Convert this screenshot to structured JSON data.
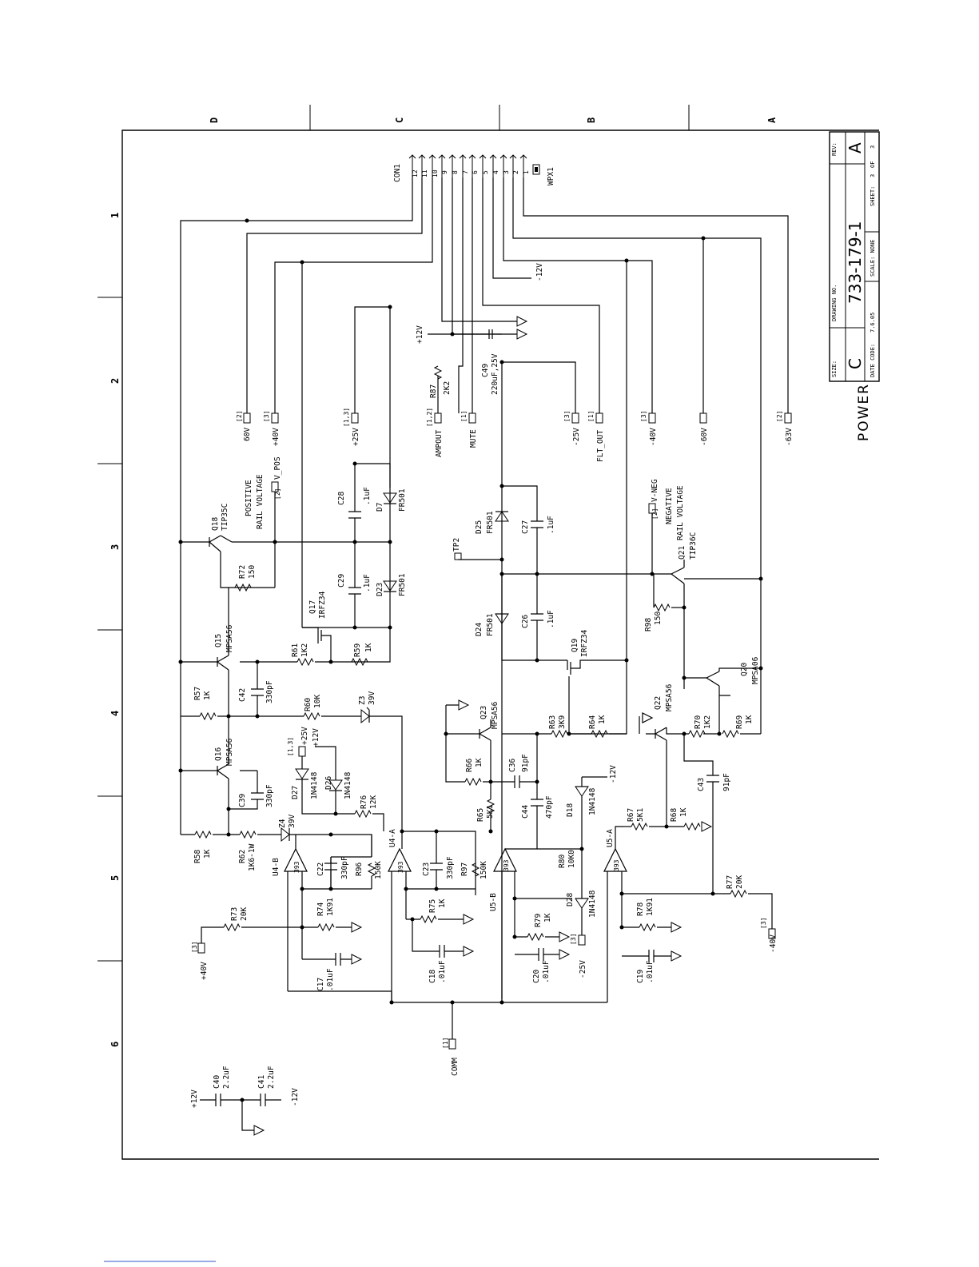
{
  "grid": {
    "cols": [
      "D",
      "C",
      "B",
      "A"
    ],
    "rows": [
      "1",
      "2",
      "3",
      "4",
      "5",
      "6"
    ]
  },
  "title_block": {
    "size_label": "SIZE:",
    "size": "C",
    "drawing_no_label": "DRAWING NO.",
    "drawing_no": "733-179-1",
    "rev_label": "REV:",
    "rev": "A",
    "date_code_label": "DATE CODE:",
    "date_code": "7.6.05",
    "scale_label": "SCALE: NONE",
    "sheet_label": "SHEET:",
    "sheet": "3",
    "of_label": "OF",
    "sheet_total": "3",
    "title": "POWER"
  },
  "connector": {
    "name": "CON1",
    "wpx": "WPX1",
    "pins": [
      "12",
      "11",
      "10",
      "9",
      "8",
      "7",
      "6",
      "5",
      "4",
      "3",
      "2",
      "1"
    ]
  },
  "nets": {
    "v60": "60V",
    "v60_ref": "[2]",
    "v40": "+40V",
    "v40_ref": "[3]",
    "v25": "+25V",
    "v25_ref": "[1,3]",
    "ampout": "AMPOUT",
    "ampout_ref": "[1,2]",
    "mute": "MUTE",
    "mute_ref": "[1]",
    "vm25": "-25V",
    "vm25_ref": "[3]",
    "flt": "FLT_OUT",
    "flt_ref": "[1]",
    "vm40": "-40V",
    "vm40_ref": "[3]",
    "vm60": "-60V",
    "vm63": "-63V",
    "vm63_ref": "[2]",
    "p12": "+12V",
    "m12": "-12V",
    "vpos": "V_POS",
    "vpos_ref": "[2]",
    "vneg": "V-NEG",
    "vneg_ref": "[2]",
    "comm": "COMM",
    "comm_ref": "[1]",
    "tp2": "TP2",
    "v25b": "+25V",
    "v25b_ref": "[1,3]",
    "p12b": "+12V",
    "v40b": "+40V",
    "v40b_ref": "[3]",
    "vm40b": "-40V",
    "vm40b_ref": "[3]",
    "vm25b": "-25V",
    "vm25b_ref": "[3]",
    "m12b": "-12V",
    "p12c": "+12V",
    "m12c": "-12V"
  },
  "notes": {
    "pos1": "POSITIVE",
    "pos2": "RAIL VOLTAGE",
    "neg1": "NEGATIVE",
    "neg2": "RAIL VOLTAGE"
  },
  "parts": {
    "r87": "R87",
    "r87v": "2K2",
    "c49": "C49",
    "c49v": "220uF,25V",
    "q18": "Q18",
    "q18v": "TIP35C",
    "r72": "R72",
    "r72v": "150",
    "q15": "Q15",
    "q15v": "MPSA56",
    "q17": "Q17",
    "q17v": "IRFZ34",
    "c28": "C28",
    "c28v": ".1uF",
    "c29": "C29",
    "c29v": ".1uF",
    "d7": "D7",
    "d7v": "FR501",
    "d23": "D23",
    "d23v": "FR501",
    "r61": "R61",
    "r61v": "1K2",
    "r59": "R59",
    "r59v": "1K",
    "r57": "R57",
    "r57v": "1K",
    "c42": "C42",
    "c42v": "330pF",
    "r60": "R60",
    "r60v": "10K",
    "z3": "Z3",
    "z3v": "39V",
    "q16": "Q16",
    "q16v": "MPSA56",
    "c39": "C39",
    "c39v": "330pF",
    "d27": "D27",
    "d27v": "1N4148",
    "d26": "D26",
    "d26v": "1N4148",
    "r76": "R76",
    "r76v": "12K",
    "r58": "R58",
    "r58v": "1K",
    "r62": "R62",
    "r62v": "1K6-1W",
    "z4": "Z4",
    "z4v": "39V",
    "u4b": "U4-B",
    "u4a": "U4-A",
    "u5b": "U5-B",
    "u5a": "U5-A",
    "ic": "393",
    "c22": "C22",
    "c22v": "330pF",
    "r96": "R96",
    "r96v": "150K",
    "c23": "C23",
    "c23v": "330pF",
    "r97": "R97",
    "r97v": "150K",
    "r73": "R73",
    "r73v": "20K",
    "r74": "R74",
    "r74v": "1K91",
    "r75": "R75",
    "r75v": "1K",
    "c17": "C17",
    "c17v": ".01uF",
    "c18": "C18",
    "c18v": ".01uF",
    "d25": "D25",
    "d25v": "FR501",
    "c27": "C27",
    "c27v": ".1uF",
    "d24": "D24",
    "d24v": "FR501",
    "c26": "C26",
    "c26v": ".1uF",
    "q19": "Q19",
    "q19v": "IRFZ34",
    "q23": "Q23",
    "q23v": "MPSA56",
    "r63": "R63",
    "r63v": "3K9",
    "r64": "R64",
    "r64v": "1K",
    "r66": "R66",
    "r66v": "1K",
    "c36": "C36",
    "c36v": "91pF",
    "r65": "R65",
    "r65v": "5K1",
    "c44": "C44",
    "c44v": "470pF",
    "d18": "D18",
    "d18v": "1N4148",
    "r80": "R80",
    "r80v": "10K0",
    "d28": "D28",
    "d28v": "1N4148",
    "r79": "R79",
    "r79v": "1K",
    "c20": "C20",
    "c20v": ".01uF",
    "q21": "Q21",
    "q21v": "TIP36C",
    "r98": "R98",
    "r98v": "150",
    "q20": "Q20",
    "q20v": "MPSA06",
    "q22": "Q22",
    "q22v": "MPSA56",
    "r70": "R70",
    "r70v": "1K2",
    "r69": "R69",
    "r69v": "1K",
    "c43": "C43",
    "c43v": "91pF",
    "r67": "R67",
    "r67v": "5K1",
    "r68": "R68",
    "r68v": "1K",
    "r77": "R77",
    "r77v": "20K",
    "r78": "R78",
    "r78v": "1K91",
    "c19": "C19",
    "c19v": ".01uF",
    "c40": "C40",
    "c40v": "2.2uF",
    "c41": "C41",
    "c41v": "2.2uF"
  }
}
